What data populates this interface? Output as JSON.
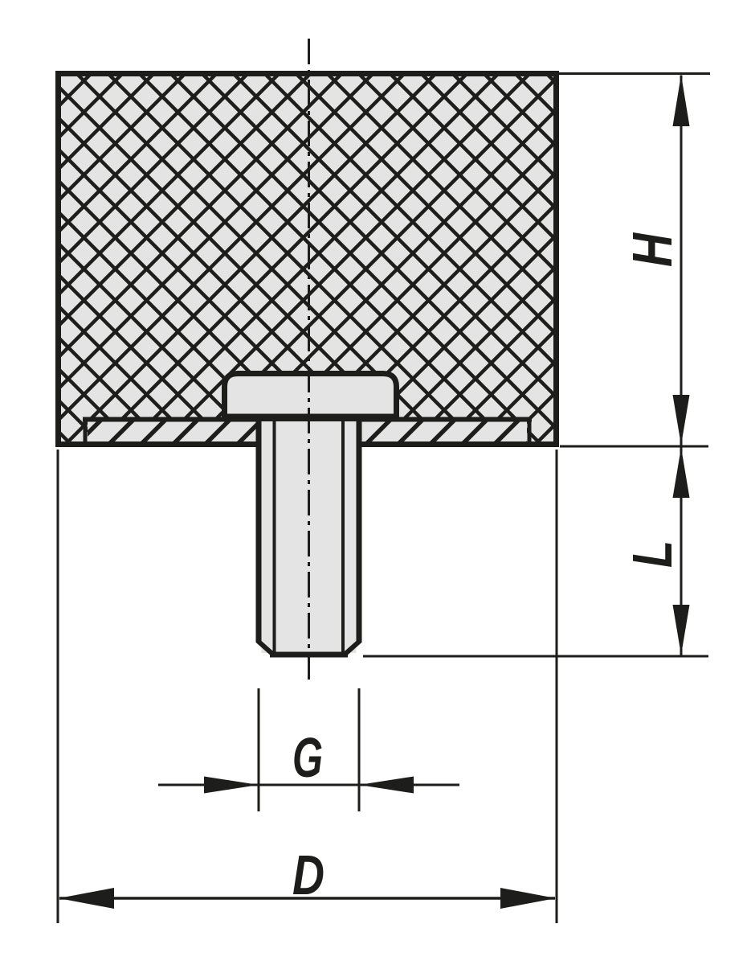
{
  "figure": {
    "kind": "technical-drawing",
    "view": "sectional side view of cylindrical rubber buffer with bottom plate and external threaded stud"
  },
  "dimension_labels": {
    "height": "H",
    "stud_length": "L",
    "thread_size": "G",
    "body_diameter": "D"
  },
  "colors": {
    "line": "#1d1d1b",
    "part_fill": "#e3e4e3",
    "background": "#ffffff"
  }
}
